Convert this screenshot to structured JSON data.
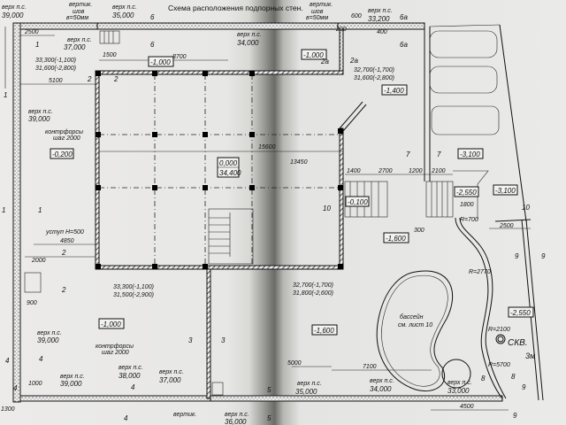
{
  "title": "Схема расположения подпорных стен.",
  "level_marks": {
    "l1": "-1,000",
    "l2": "-1,000",
    "l3": "-1,400",
    "l4": "-0,200",
    "l5_top": "0,000",
    "l5_bottom": "34,400",
    "l6": "-3,100",
    "l7": "-2,550",
    "l8": "-3,100",
    "l9": "-0,100",
    "l10": "-1,600",
    "l11": "-1,000",
    "l12": "-1,600",
    "l13": "-2,550"
  },
  "wall_top_label": "верх п.с.",
  "wall_tops": [
    "39,000",
    "35,000",
    "37,000",
    "34,000",
    "33,200",
    "39,000",
    "39,000",
    "39,000",
    "38,000",
    "37,000",
    "35,000",
    "34,000",
    "33,000",
    "36,000"
  ],
  "joint_note": {
    "line1": "вертик.",
    "line2": "шов",
    "line3": "в=50мм"
  },
  "buttress_note": {
    "line1": "контрфорсы",
    "line2": "шаг 2000"
  },
  "step_note": "уступ Н=500",
  "elevation_pairs": [
    {
      "top": "33,300(-1,100)",
      "bottom": "31,600(-2,800)"
    },
    {
      "top": "32,700(-1,700)",
      "bottom": "31,600(-2,800)"
    },
    {
      "top": "33,300(-1,100)",
      "bottom": "31,500(-2,900)"
    },
    {
      "top": "32,700(-1,700)",
      "bottom": "31,800(-2,600)"
    }
  ],
  "pool_note": {
    "line1": "бассейн",
    "line2": "см. лист 10"
  },
  "well_label": "СКВ.",
  "distance_label": "3м",
  "radii": [
    "R=2770",
    "R=5700",
    "R=2100",
    "R=700"
  ],
  "dimensions": [
    "2500",
    "1500",
    "8700",
    "5100",
    "15600",
    "13450",
    "1400",
    "2700",
    "1200",
    "2100",
    "1800",
    "2500",
    "4850",
    "2000",
    "7100",
    "5000",
    "4500",
    "300",
    "400",
    "900",
    "1000",
    "1300",
    "200",
    "600"
  ],
  "section_marks": [
    "1",
    "1",
    "1",
    "1",
    "2",
    "2",
    "2",
    "2",
    "2а",
    "2а",
    "6",
    "6",
    "6а",
    "6а",
    "3",
    "3",
    "4",
    "4",
    "4",
    "4",
    "4",
    "5",
    "5",
    "7",
    "7",
    "8",
    "8",
    "9",
    "9",
    "9",
    "9",
    "10",
    "10"
  ]
}
